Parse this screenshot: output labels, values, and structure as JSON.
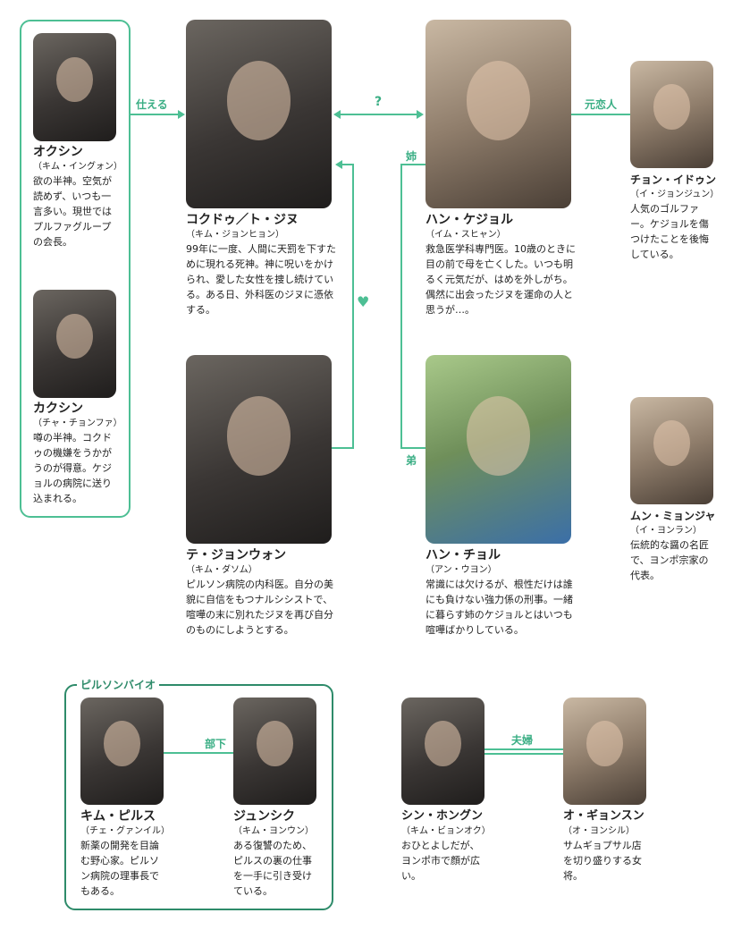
{
  "relations": {
    "serves": "仕える",
    "question": "?",
    "ex_lover": "元恋人",
    "older_sister": "姉",
    "younger_brother": "弟",
    "subordinate": "部下",
    "married": "夫婦",
    "love_icon": "heart-icon"
  },
  "groups": {
    "pilson_bio": "ピルソンバイオ"
  },
  "accent_color": "#4dbf94",
  "characters": {
    "okushin": {
      "name": "オクシン",
      "actor": "（キム・イングォン）",
      "desc": "欲の半神。空気が読めず、いつも一言多い。現世ではプルファグループの会長。"
    },
    "kakushin": {
      "name": "カクシン",
      "actor": "（チャ・チョンファ）",
      "desc": "噂の半神。コクドゥの機嫌をうかがうのが得意。ケジョルの病院に送り込まれる。"
    },
    "kokudu": {
      "name": "コクドゥ／ト・ジヌ",
      "actor": "（キム・ジョンヒョン）",
      "desc": "99年に一度、人間に天罰を下すために現れる死神。神に呪いをかけられ、愛した女性を捜し続けている。ある日、外科医のジヌに憑依する。"
    },
    "kejoru": {
      "name": "ハン・ケジョル",
      "actor": "（イム・スヒャン）",
      "desc": "救急医学科専門医。10歳のときに目の前で母を亡くした。いつも明るく元気だが、はめを外しがち。偶然に出会ったジヌを運命の人と思うが…。"
    },
    "idun": {
      "name": "チョン・イドゥン",
      "actor": "（イ・ジョンジュン）",
      "desc": "人気のゴルファー。ケジョルを傷つけたことを後悔している。"
    },
    "jonwon": {
      "name": "テ・ジョンウォン",
      "actor": "（キム・ダソム）",
      "desc": "ピルソン病院の内科医。自分の美貌に自信をもつナルシシストで、喧嘩の末に別れたジヌを再び自分のものにしようとする。"
    },
    "chol": {
      "name": "ハン・チョル",
      "actor": "（アン・ウヨン）",
      "desc": "常識には欠けるが、根性だけは誰にも負けない強力係の刑事。一緒に暮らす姉のケジョルとはいつも喧嘩ばかりしている。"
    },
    "minja": {
      "name": "ムン・ミョンジャ",
      "actor": "（イ・ヨンラン）",
      "desc": "伝統的な醤の名匠で、ヨンポ宗家の代表。"
    },
    "pilsu": {
      "name": "キム・ピルス",
      "actor": "（チェ・グァンイル）",
      "desc": "新薬の開発を目論む野心家。ピルソン病院の理事長でもある。"
    },
    "junsik": {
      "name": "ジュンシク",
      "actor": "（キム・ヨンウン）",
      "desc": "ある復讐のため、ピルスの裏の仕事を一手に引き受けている。"
    },
    "hongun": {
      "name": "シン・ホングン",
      "actor": "（キム・ビョンオク）",
      "desc": "おひとよしだが、ヨンポ市で顔が広い。"
    },
    "gyonsun": {
      "name": "オ・ギョンスン",
      "actor": "（オ・ヨンシル）",
      "desc": "サムギョプサル店を切り盛りする女将。"
    }
  }
}
